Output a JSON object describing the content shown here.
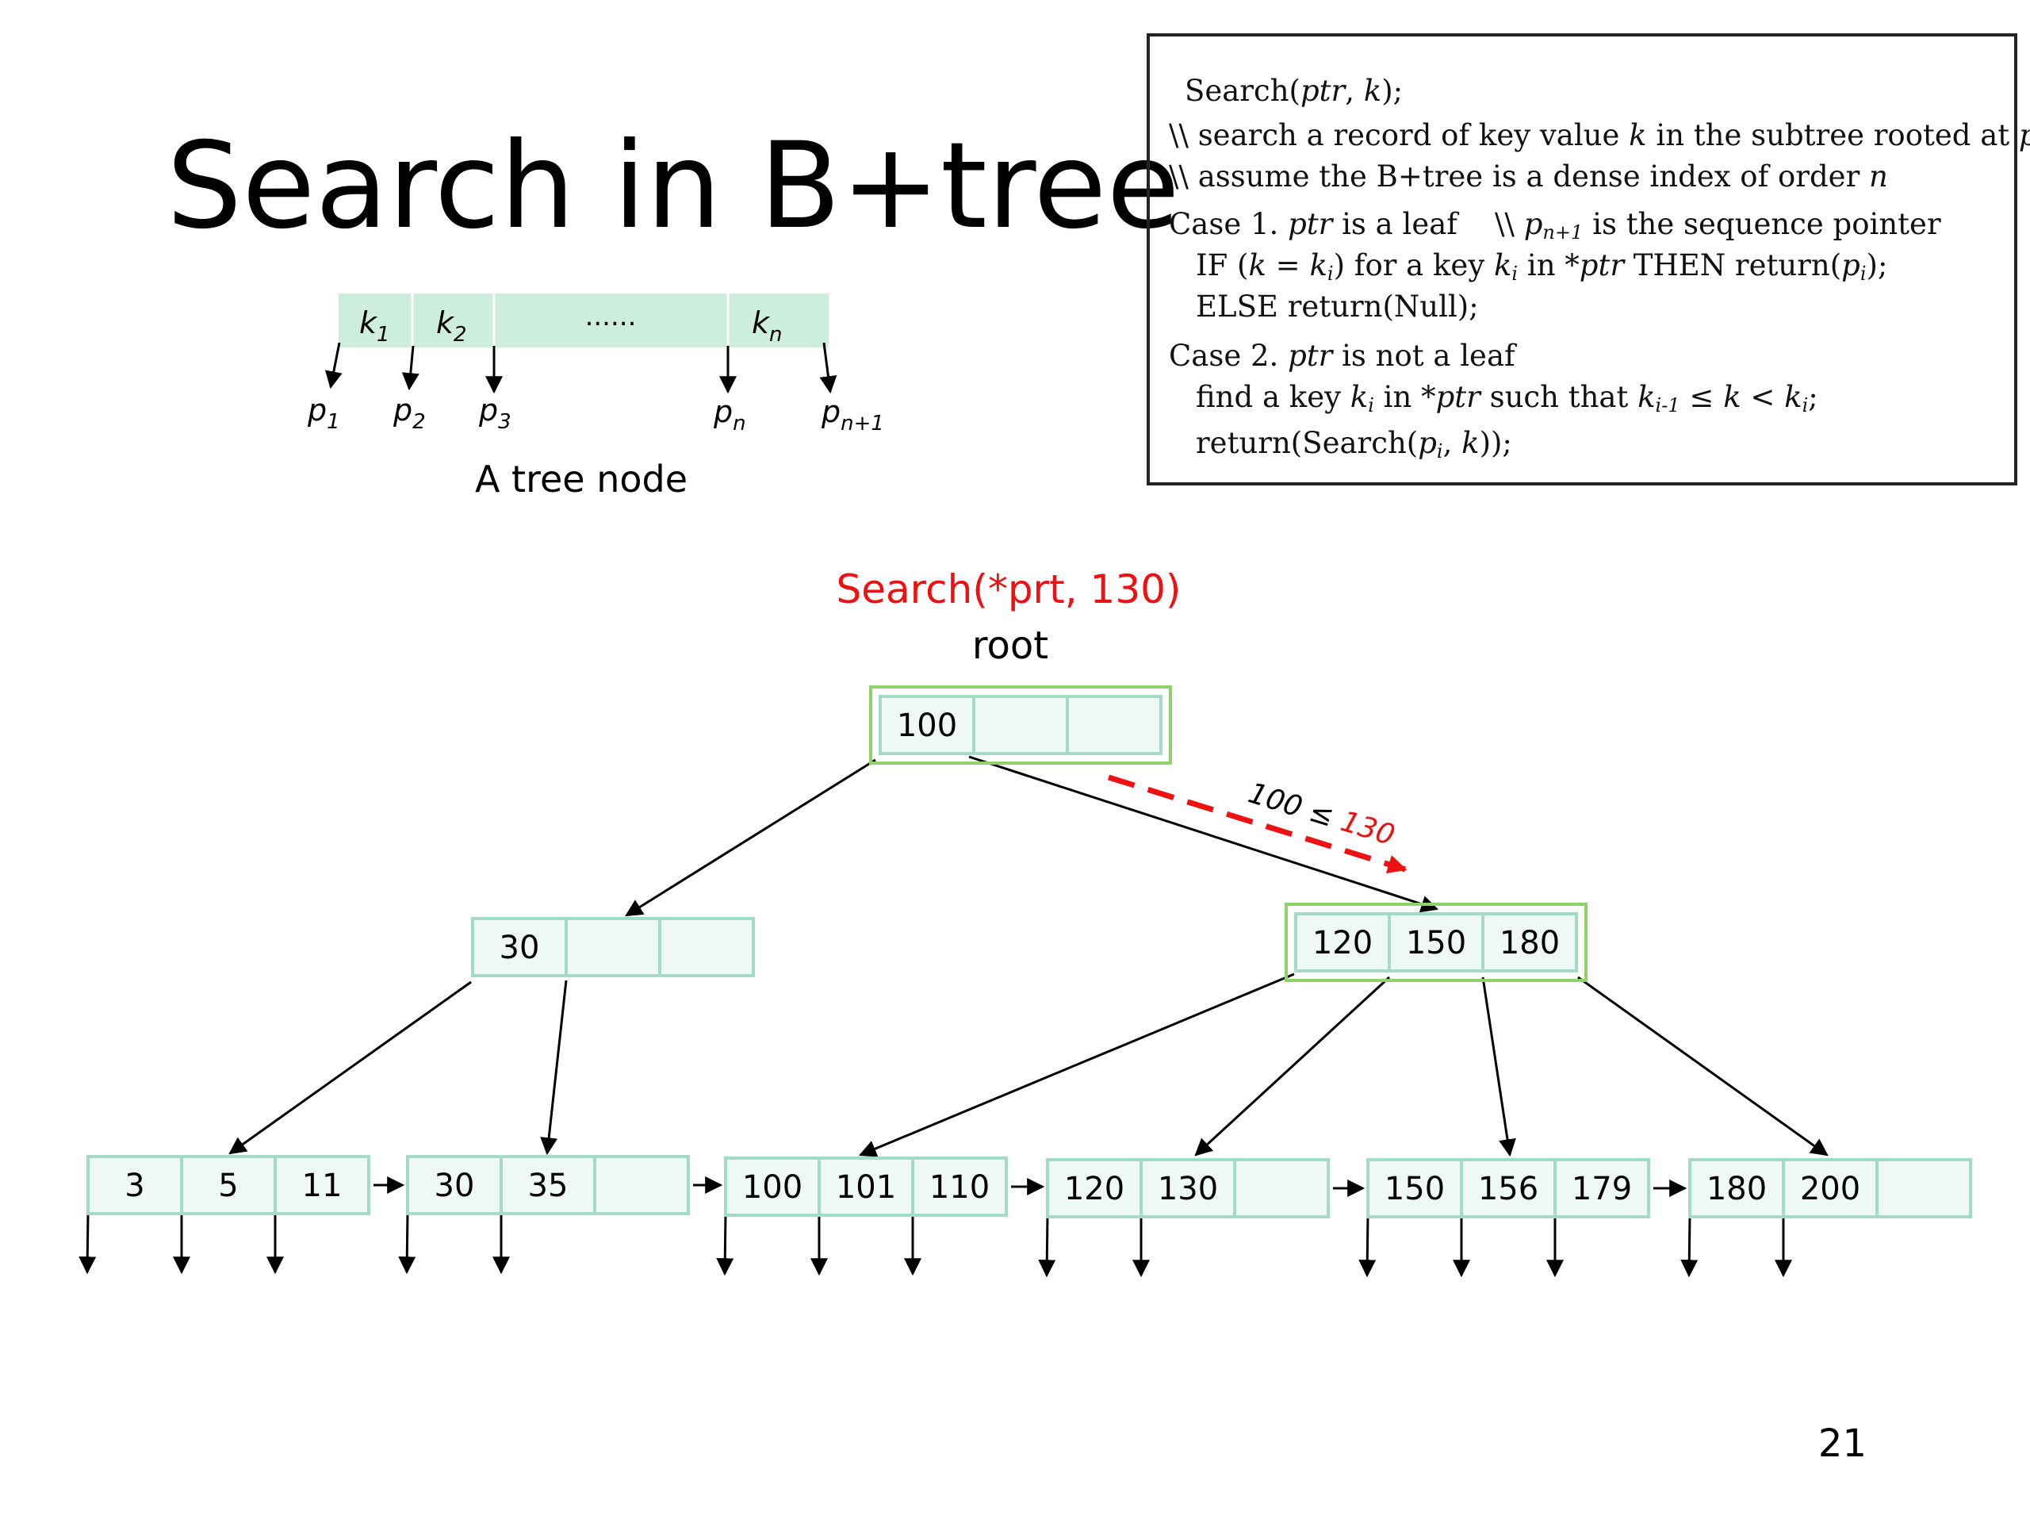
{
  "title": "Search in B+tree",
  "page_number": "21",
  "colors": {
    "node_fill": "#eef8f4",
    "node_border": "#a3dbc8",
    "highlight_border": "#8fd16a",
    "legend_fill": "#cdeedd",
    "accent_red": "#ee1111"
  },
  "node_legend": {
    "keys": [
      {
        "base": "k",
        "sub": "1"
      },
      {
        "base": "k",
        "sub": "2"
      },
      {
        "base": "......",
        "sub": ""
      },
      {
        "base": "k",
        "sub": "n"
      }
    ],
    "pointers": [
      {
        "base": "p",
        "sub": "1"
      },
      {
        "base": "p",
        "sub": "2"
      },
      {
        "base": "p",
        "sub": "3"
      },
      {
        "base": "p",
        "sub": "n"
      },
      {
        "base": "p",
        "sub": "n+1"
      }
    ],
    "caption": "A tree node"
  },
  "algorithm": {
    "signature": {
      "name": "Search(",
      "arg1": "ptr",
      "sep": ", ",
      "arg2": "k",
      "close": ");"
    },
    "comment1": {
      "prefix": "\\\\ search a record of key value ",
      "k": "k",
      "mid": " in the subtree rooted at ",
      "ptr": "ptr"
    },
    "comment2": {
      "prefix": "\\\\ assume the B+tree is a dense index of order ",
      "n": "n"
    },
    "case1": {
      "label": "Case 1. ",
      "ptr": "ptr",
      "text": " is a leaf    \\\\ ",
      "p": "p",
      "sub": "n+1",
      "rest": " is the sequence pointer"
    },
    "if_line": {
      "a": "IF (",
      "k": "k",
      "eq": " = ",
      "ki": "k",
      "ki_sub": "i",
      "b": ") for a key ",
      "k2": "k",
      "k2_sub": "i",
      "c": " in *",
      "ptr": "ptr",
      "d": " THEN return(",
      "p": "p",
      "p_sub": "i",
      "e": ");"
    },
    "else_line": "ELSE return(Null);",
    "case2": {
      "label": "Case 2. ",
      "ptr": "ptr",
      "text": " is not a leaf"
    },
    "find_line": {
      "a": "find a key ",
      "k": "k",
      "k_sub": "i",
      "b": " in *",
      "ptr": "ptr",
      "c": " such that ",
      "k1": "k",
      "k1_sub": "i-1",
      "d": " ≤ ",
      "k2": "k",
      "e": " < ",
      "k3": "k",
      "k3_sub": "i",
      "f": ";"
    },
    "return_line": {
      "a": "return(Search(",
      "p": "p",
      "p_sub": "i",
      "b": ", ",
      "k": "k",
      "c": "));"
    }
  },
  "tree": {
    "query": "Search(*prt, 130)",
    "root_label": "root",
    "edge_note": {
      "lhs": "100",
      "op": " ≤ ",
      "rhs": "130"
    },
    "root": {
      "keys": [
        "100",
        "",
        ""
      ],
      "highlight": true
    },
    "internal": [
      {
        "keys": [
          "30",
          "",
          ""
        ],
        "highlight": false
      },
      {
        "keys": [
          "120",
          "150",
          "180"
        ],
        "highlight": true
      }
    ],
    "leaves": [
      {
        "keys": [
          "3",
          "5",
          "11"
        ]
      },
      {
        "keys": [
          "30",
          "35",
          ""
        ]
      },
      {
        "keys": [
          "100",
          "101",
          "110"
        ]
      },
      {
        "keys": [
          "120",
          "130",
          ""
        ]
      },
      {
        "keys": [
          "150",
          "156",
          "179"
        ]
      },
      {
        "keys": [
          "180",
          "200",
          ""
        ]
      }
    ]
  }
}
